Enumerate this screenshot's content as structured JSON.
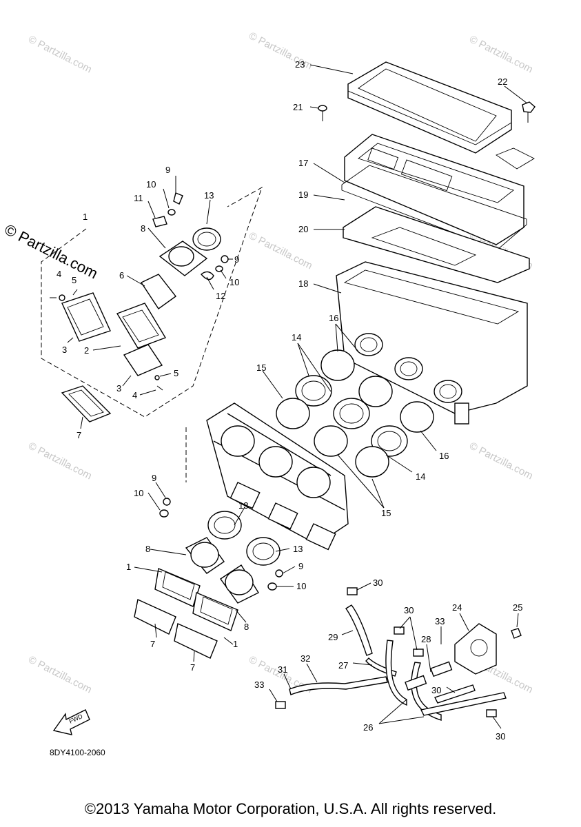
{
  "diagram": {
    "drawing_code": "8DY4100-2060",
    "copyright": "©2013 Yamaha Motor Corporation, U.S.A. All rights reserved.",
    "fwd_label": "FWD",
    "side_watermark": "© Partzilla.com",
    "tile_watermark": "© Partzilla.com",
    "callouts": [
      {
        "id": "c23",
        "text": "23"
      },
      {
        "id": "c22",
        "text": "22"
      },
      {
        "id": "c21",
        "text": "21"
      },
      {
        "id": "c17",
        "text": "17"
      },
      {
        "id": "c19",
        "text": "19"
      },
      {
        "id": "c20",
        "text": "20"
      },
      {
        "id": "c18",
        "text": "18"
      },
      {
        "id": "c1a",
        "text": "1"
      },
      {
        "id": "c9a",
        "text": "9"
      },
      {
        "id": "c10a",
        "text": "10"
      },
      {
        "id": "c11",
        "text": "11"
      },
      {
        "id": "c13a",
        "text": "13"
      },
      {
        "id": "c8a",
        "text": "8"
      },
      {
        "id": "c9b",
        "text": "9"
      },
      {
        "id": "c10b",
        "text": "10"
      },
      {
        "id": "c12",
        "text": "12"
      },
      {
        "id": "c6",
        "text": "6"
      },
      {
        "id": "c4a",
        "text": "4"
      },
      {
        "id": "c5a",
        "text": "5"
      },
      {
        "id": "c3a",
        "text": "3"
      },
      {
        "id": "c2",
        "text": "2"
      },
      {
        "id": "c5b",
        "text": "5"
      },
      {
        "id": "c3b",
        "text": "3"
      },
      {
        "id": "c4b",
        "text": "4"
      },
      {
        "id": "c7a",
        "text": "7"
      },
      {
        "id": "c16a",
        "text": "16"
      },
      {
        "id": "c14a",
        "text": "14"
      },
      {
        "id": "c15a",
        "text": "15"
      },
      {
        "id": "c16b",
        "text": "16"
      },
      {
        "id": "c14b",
        "text": "14"
      },
      {
        "id": "c15b",
        "text": "15"
      },
      {
        "id": "c9c",
        "text": "9"
      },
      {
        "id": "c10c",
        "text": "10"
      },
      {
        "id": "c13b",
        "text": "13"
      },
      {
        "id": "c8b",
        "text": "8"
      },
      {
        "id": "c13c",
        "text": "13"
      },
      {
        "id": "c9d",
        "text": "9"
      },
      {
        "id": "c1b",
        "text": "1"
      },
      {
        "id": "c10d",
        "text": "10"
      },
      {
        "id": "c8c",
        "text": "8"
      },
      {
        "id": "c7b",
        "text": "7"
      },
      {
        "id": "c1c",
        "text": "1"
      },
      {
        "id": "c7c",
        "text": "7"
      },
      {
        "id": "c30a",
        "text": "30"
      },
      {
        "id": "c30b",
        "text": "30"
      },
      {
        "id": "c24",
        "text": "24"
      },
      {
        "id": "c25",
        "text": "25"
      },
      {
        "id": "c33a",
        "text": "33"
      },
      {
        "id": "c28",
        "text": "28"
      },
      {
        "id": "c29",
        "text": "29"
      },
      {
        "id": "c27",
        "text": "27"
      },
      {
        "id": "c30c",
        "text": "30"
      },
      {
        "id": "c32",
        "text": "32"
      },
      {
        "id": "c31",
        "text": "31"
      },
      {
        "id": "c33b",
        "text": "33"
      },
      {
        "id": "c26",
        "text": "26"
      },
      {
        "id": "c30d",
        "text": "30"
      }
    ]
  }
}
